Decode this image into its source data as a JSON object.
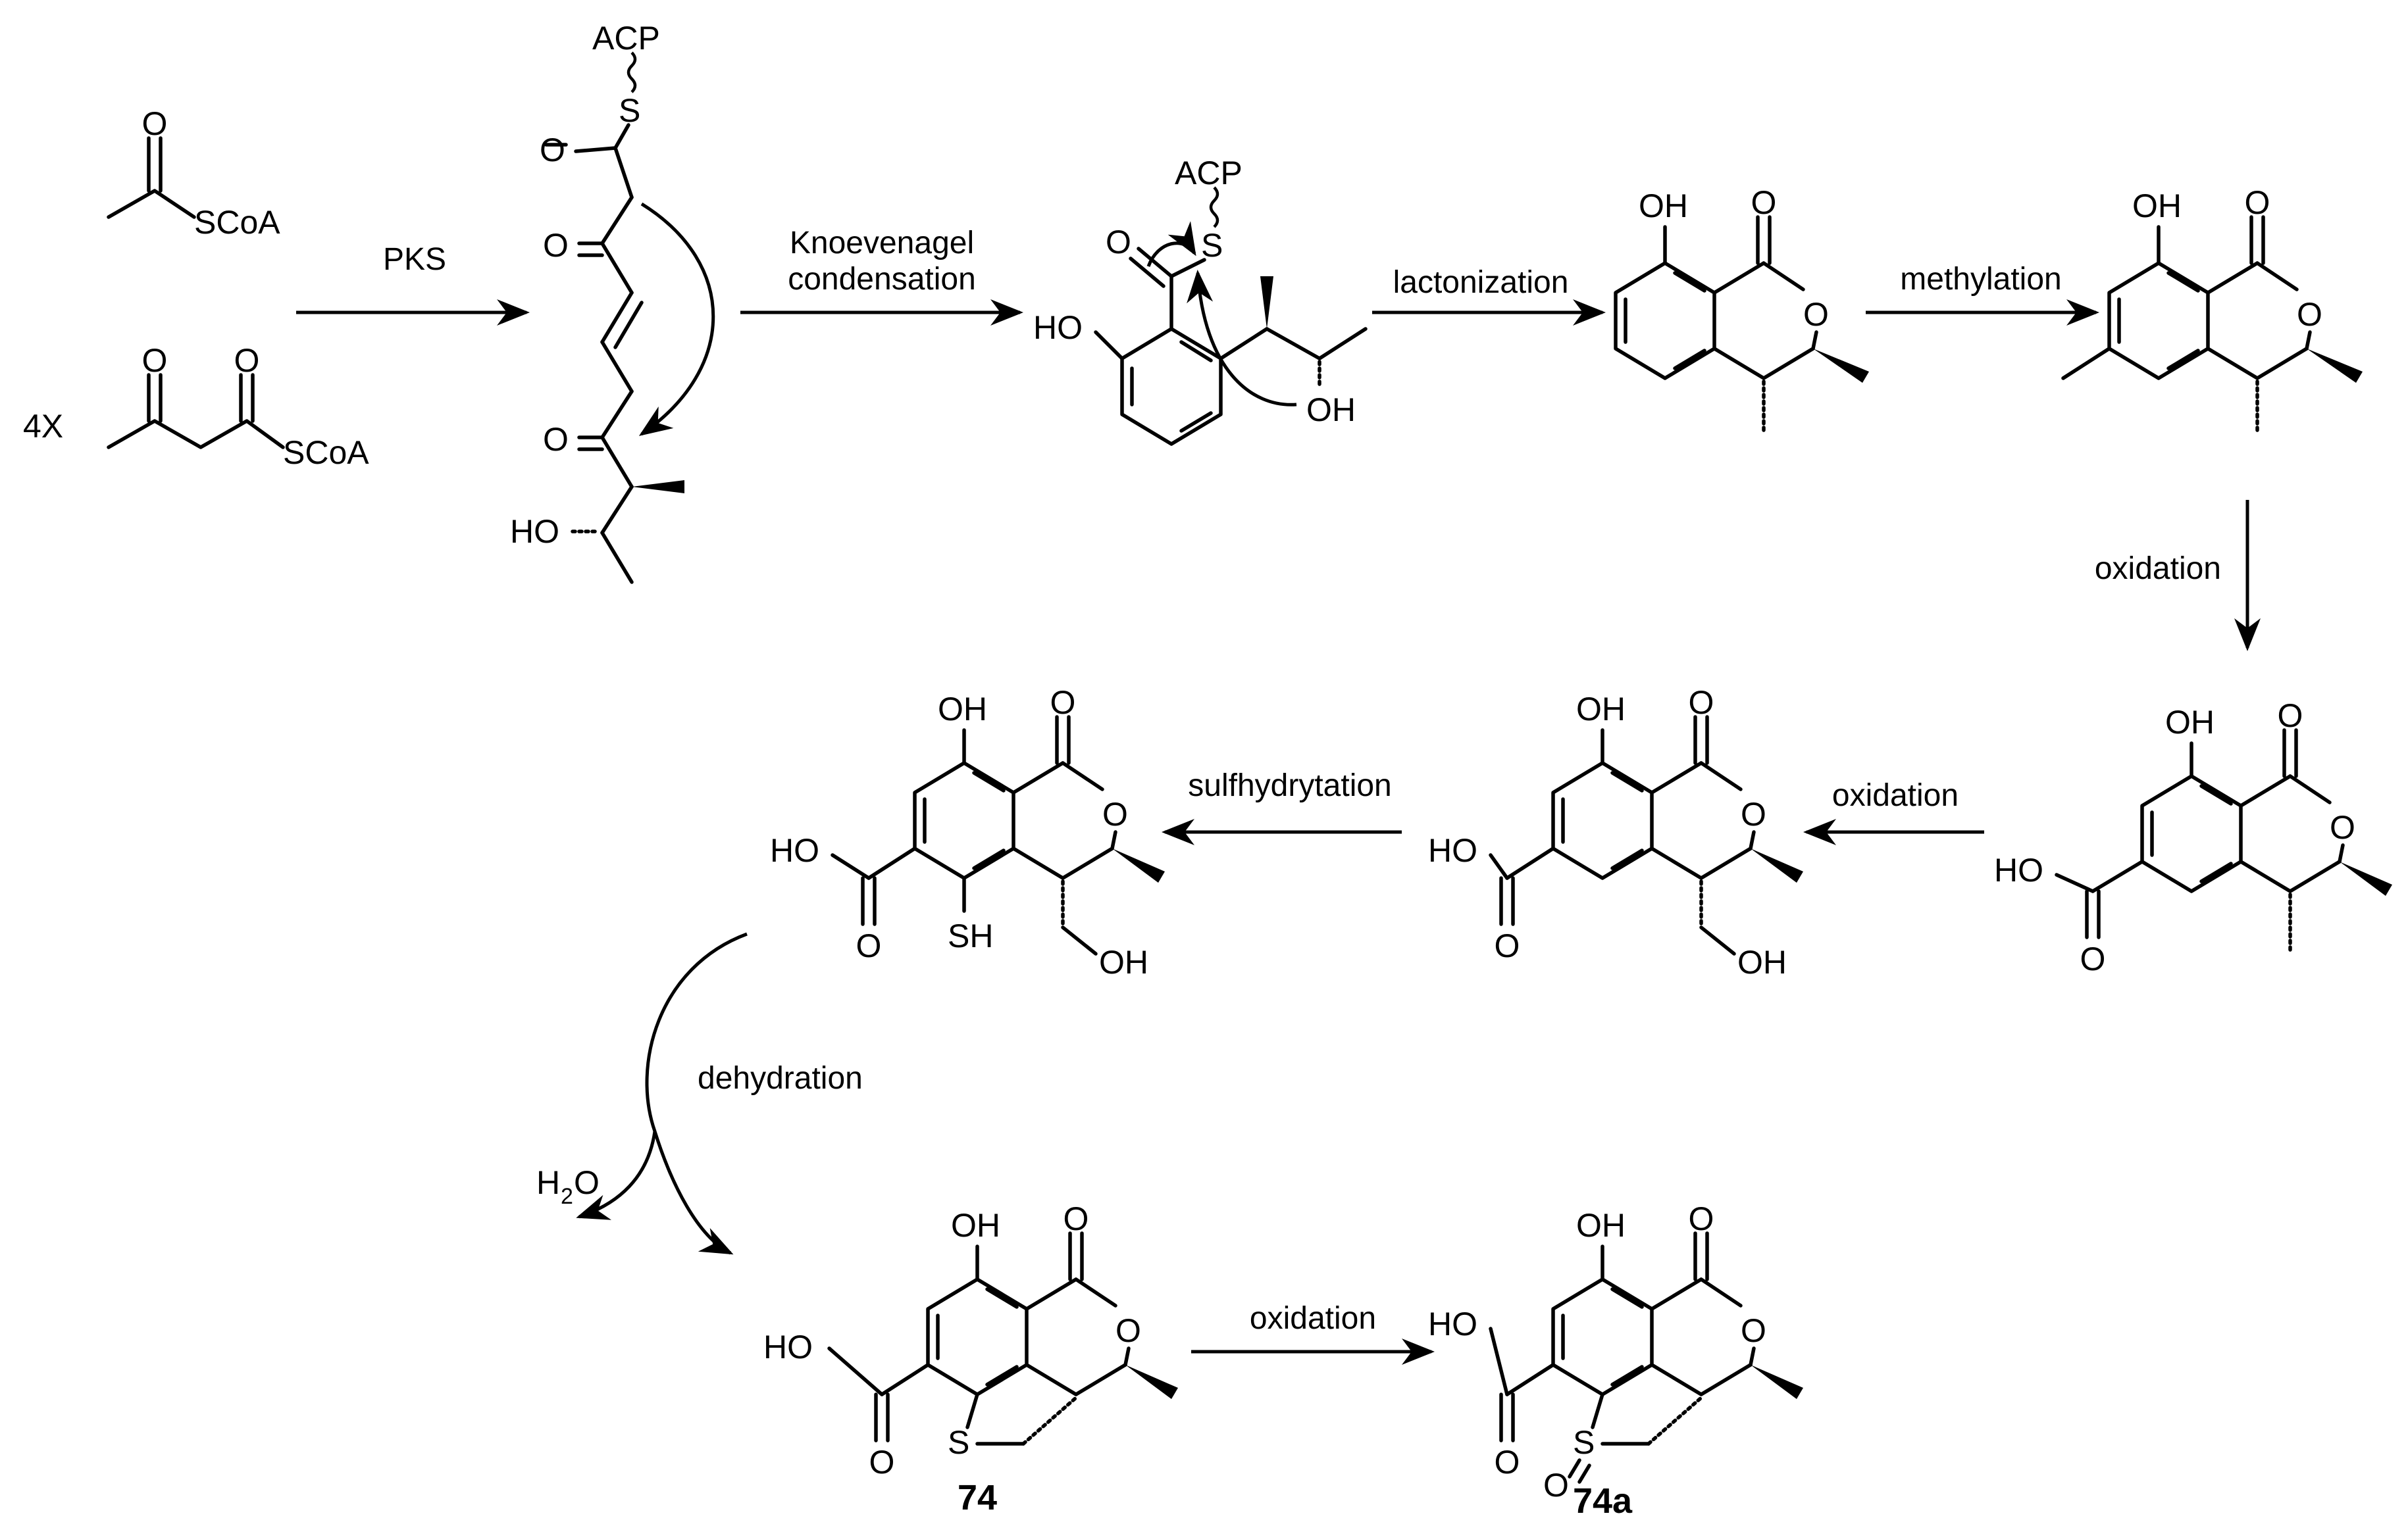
{
  "reagents": {
    "acetyl": "SCoA",
    "malonyl": "SCoA",
    "multiplier": "4X"
  },
  "atoms": {
    "o": "O",
    "oh": "OH",
    "ho": "HO",
    "s": "S",
    "sh": "SH",
    "acp": "ACP",
    "h2o_h": "H",
    "h2o_2": "2",
    "h2o_o": "O"
  },
  "steps": {
    "pks": "PKS",
    "knoev_1": "Knoevenagel",
    "knoev_2": "condensation",
    "lactonization": "lactonization",
    "methylation": "methylation",
    "oxidation_1": "oxidation",
    "oxidation_2": "oxidation",
    "sulfhydrylation": "sulfhydrytation",
    "dehydration": "dehydration",
    "oxidation_3": "oxidation"
  },
  "compounds": {
    "c74": "74",
    "c74a": "74a"
  }
}
